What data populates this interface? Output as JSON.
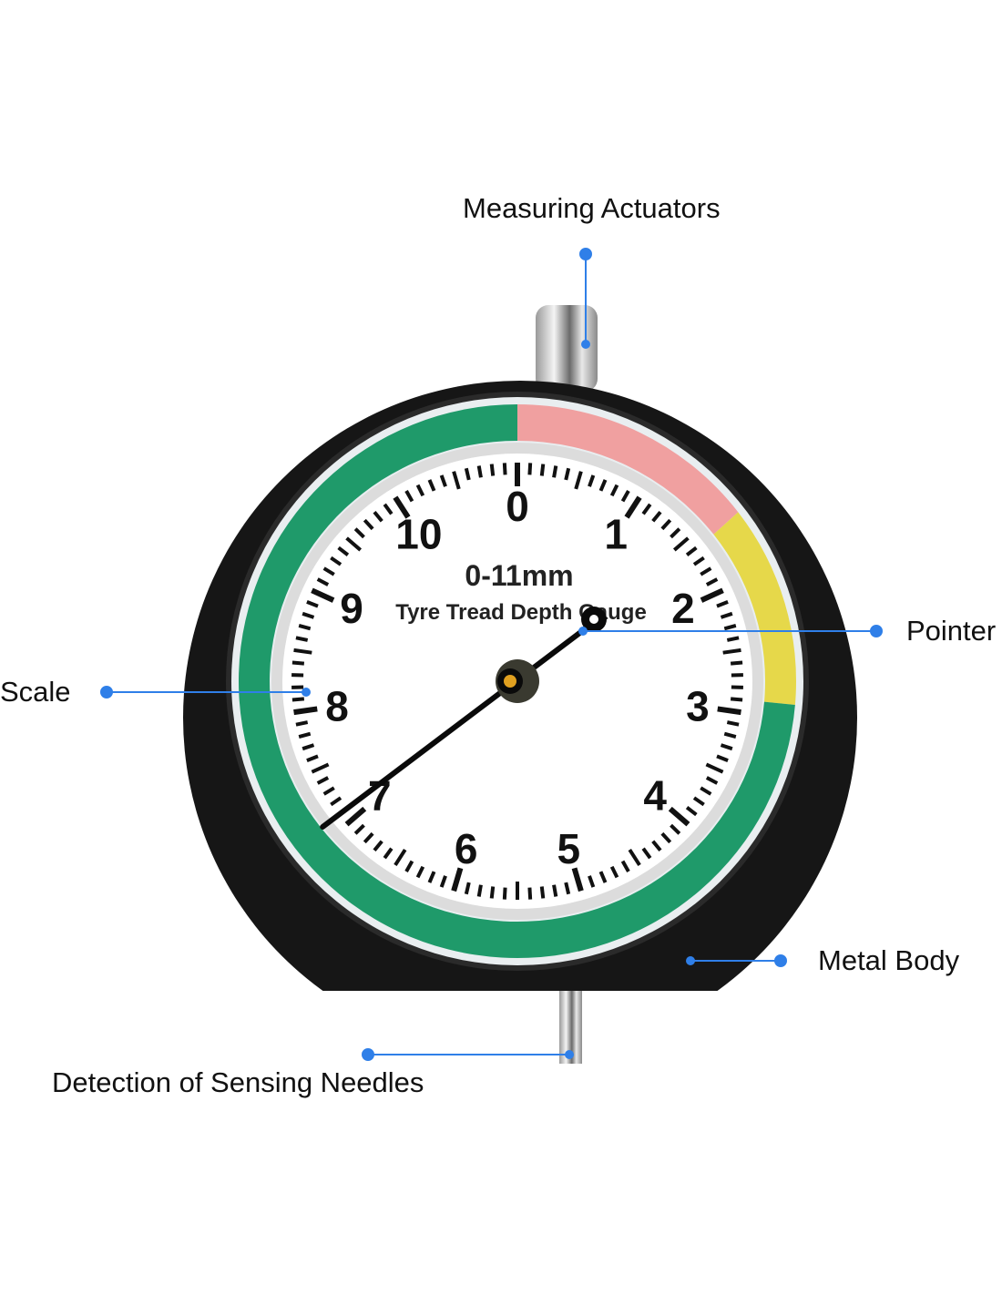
{
  "callouts": {
    "measuring_actuators": "Measuring Actuators",
    "pointer": "Pointer",
    "scale": "Scale",
    "metal_body": "Metal Body",
    "sensing_needles": "Detection of Sensing Needles"
  },
  "dial": {
    "numbers": [
      "0",
      "1",
      "2",
      "3",
      "4",
      "5",
      "6",
      "7",
      "8",
      "9",
      "10"
    ],
    "range_text": "0-11mm",
    "title_text": "Tyre Tread Depth Gauge",
    "max_value": 11,
    "reading": 7.1,
    "zones": [
      {
        "name": "red",
        "from": 0,
        "to": 1.6,
        "color": "#f0a0a0"
      },
      {
        "name": "yellow",
        "from": 1.6,
        "to": 2.9,
        "color": "#e6d84a"
      },
      {
        "name": "green",
        "from": 2.9,
        "to": 11,
        "color": "#1f9a6a"
      }
    ]
  },
  "colors": {
    "callout": "#2f7fe8",
    "body": "#161616",
    "needle": "#0a0a0a"
  }
}
